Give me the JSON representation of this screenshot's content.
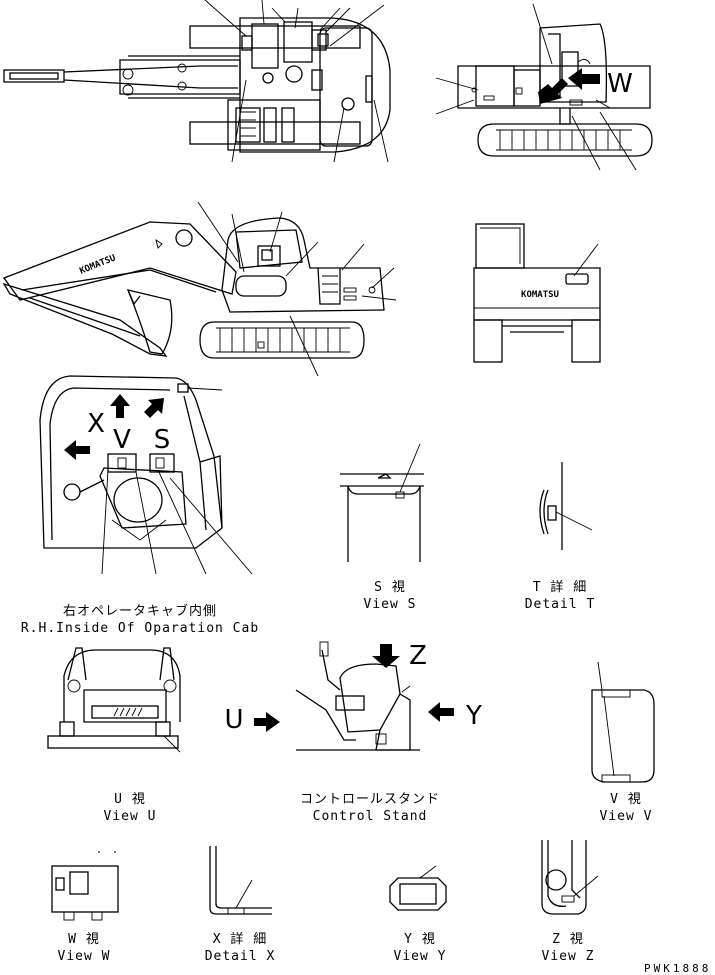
{
  "view_letters": {
    "w": "W",
    "x": "X",
    "v": "V",
    "s": "S",
    "z": "Z",
    "u": "U",
    "y": "Y"
  },
  "captions": {
    "cab_jp": "右オペレータキャブ内側",
    "cab_en": "R.H.Inside Of Oparation Cab",
    "s_jp": "S 視",
    "s_en": "View S",
    "t_jp": "T 詳 細",
    "t_en": "Detail T",
    "u_jp": "U 視",
    "u_en": "View U",
    "cs_jp": "コントロールスタンド",
    "cs_en": "Control Stand",
    "v_jp": "V 視",
    "v_en": "View V",
    "w_jp": "W 視",
    "w_en": "View W",
    "x_jp": "X 詳 細",
    "x_en": "Detail X",
    "y_jp": "Y 視",
    "y_en": "View Y",
    "z_jp": "Z 視",
    "z_en": "View Z"
  },
  "brand": {
    "side_logo": "KOMATSU",
    "rear_logo": "KOMATSU"
  },
  "drawing_code": "PWK1888"
}
